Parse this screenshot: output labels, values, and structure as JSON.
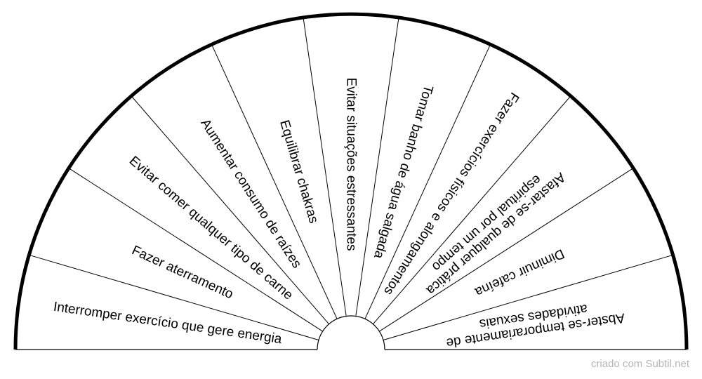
{
  "segments": [
    {
      "lines": [
        "Interromper exercício que gere energia"
      ]
    },
    {
      "lines": [
        "Fazer aterramento"
      ]
    },
    {
      "lines": [
        "Evitar comer qualquer tipo de carne"
      ]
    },
    {
      "lines": [
        "Aumentar consumo de raízes"
      ]
    },
    {
      "lines": [
        "Equilibrar chakras"
      ]
    },
    {
      "lines": [
        "Evitar situações estressantes"
      ]
    },
    {
      "lines": [
        "Tomar banho de água salgada"
      ]
    },
    {
      "lines": [
        "Fazer exercícios físicos e alongamentos"
      ]
    },
    {
      "lines": [
        "Afastar-se de qualquer prática",
        "espiritual por um tempo"
      ]
    },
    {
      "lines": [
        "Diminuir cafeína"
      ]
    },
    {
      "lines": [
        "Abster-se temporariamente de",
        "atividades sexuais"
      ]
    }
  ],
  "footer": "criado com Subtil.net",
  "colors": {
    "ink": "#000000",
    "footer": "#b5b5b5",
    "background": "#ffffff"
  }
}
